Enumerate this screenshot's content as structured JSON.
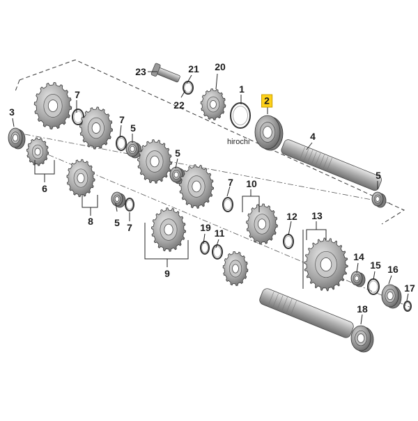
{
  "watermark": "hirochi",
  "highlight_color": "#ffd21a",
  "callouts": [
    {
      "id": "c23",
      "label": "23"
    },
    {
      "id": "c21",
      "label": "21"
    },
    {
      "id": "c20",
      "label": "20"
    },
    {
      "id": "c22",
      "label": "22"
    },
    {
      "id": "c1",
      "label": "1"
    },
    {
      "id": "c2",
      "label": "2",
      "highlighted": true
    },
    {
      "id": "c7a",
      "label": "7"
    },
    {
      "id": "c3",
      "label": "3"
    },
    {
      "id": "c7b",
      "label": "7"
    },
    {
      "id": "c5a",
      "label": "5"
    },
    {
      "id": "c4",
      "label": "4"
    },
    {
      "id": "c5b",
      "label": "5"
    },
    {
      "id": "c6",
      "label": "6"
    },
    {
      "id": "c5c",
      "label": "5"
    },
    {
      "id": "c7c",
      "label": "7"
    },
    {
      "id": "c10",
      "label": "10"
    },
    {
      "id": "c8",
      "label": "8"
    },
    {
      "id": "c5d",
      "label": "5"
    },
    {
      "id": "c7d",
      "label": "7"
    },
    {
      "id": "c12",
      "label": "12"
    },
    {
      "id": "c13",
      "label": "13"
    },
    {
      "id": "c19",
      "label": "19"
    },
    {
      "id": "c11",
      "label": "11"
    },
    {
      "id": "c14",
      "label": "14"
    },
    {
      "id": "c15",
      "label": "15"
    },
    {
      "id": "c16",
      "label": "16"
    },
    {
      "id": "c9",
      "label": "9"
    },
    {
      "id": "c17",
      "label": "17"
    },
    {
      "id": "c18",
      "label": "18"
    }
  ]
}
